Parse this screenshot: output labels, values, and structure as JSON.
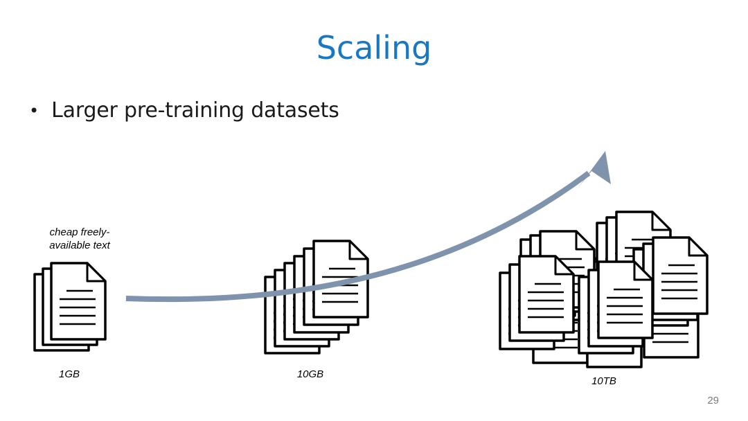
{
  "slide": {
    "title": "Scaling",
    "title_color": "#1a78c2",
    "bullet_marker": "•",
    "bullet": "Larger pre-training datasets",
    "page_number": "29"
  },
  "diagram": {
    "arrow_color": "#7f93ad",
    "stacks": [
      {
        "size_label": "1GB",
        "annotation": [
          "cheap freely-",
          "available text"
        ]
      },
      {
        "size_label": "10GB"
      },
      {
        "size_label": "10TB"
      }
    ]
  }
}
